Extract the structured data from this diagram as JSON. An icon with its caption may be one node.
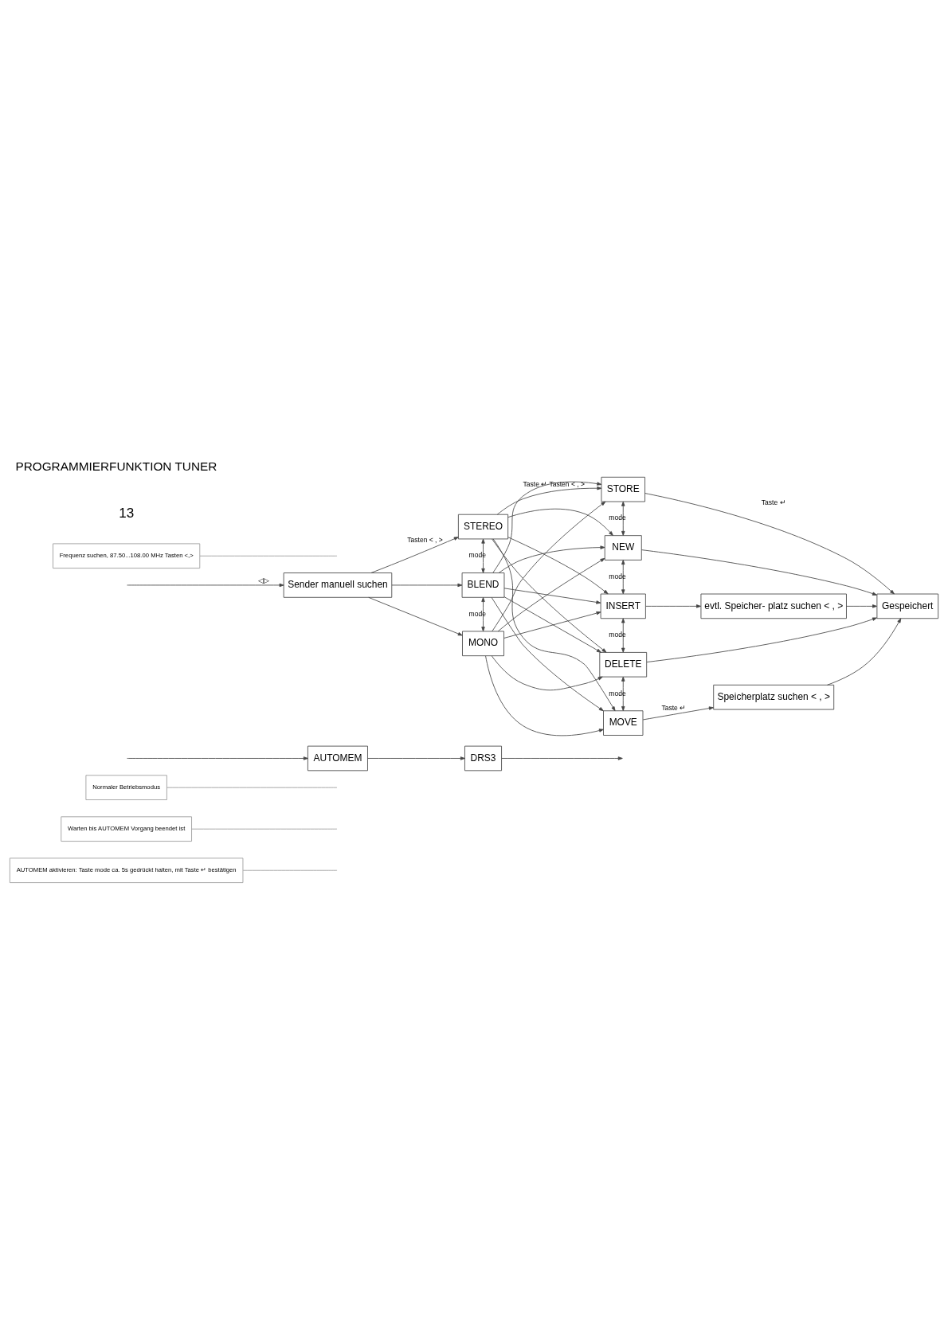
{
  "diagram": {
    "title": "PROGRAMMIERFUNKTION TUNER",
    "nodes": [
      {
        "text": [
          "AUTOMEM aktivieren: Taste mode ca. 5s gedrückt halten, mit Taste ↵ bestätigen"
        ]
      },
      {
        "text": [
          "Warten bis AUTOMEM Vorgang beendet ist"
        ]
      },
      {
        "text": [
          "Normaler Betriebsmodus"
        ]
      },
      {
        "text": [
          "AUTOMEM"
        ]
      },
      {
        "text": [
          "DRS3"
        ]
      },
      {
        "text": [
          "Sender manuell suchen"
        ]
      },
      {
        "text": [
          "STEREO"
        ]
      },
      {
        "text": [
          "BLEND"
        ]
      },
      {
        "text": [
          "MONO"
        ]
      },
      {
        "text": [
          "Frequenz suchen, 87.50...108.00 MHz Tasten <,>"
        ]
      },
      {
        "text": [
          "STORE"
        ]
      },
      {
        "text": [
          "NEW"
        ]
      },
      {
        "text": [
          "INSERT"
        ]
      },
      {
        "text": [
          "DELETE"
        ]
      },
      {
        "text": [
          "MOVE"
        ]
      },
      {
        "text": [
          "evtl. Speicher- platz suchen < , >"
        ]
      },
      {
        "text": [
          "Speicherplatz suchen < , >"
        ]
      },
      {
        "text": [
          "Gespeichert"
        ]
      }
    ],
    "edges": [
      {
        "from": null,
        "to": 3,
        "arrow": "to"
      },
      {
        "from": 3,
        "to": 4,
        "arrow": "to"
      },
      {
        "from": 4,
        "to": null,
        "arrow": "to"
      },
      {
        "from": 0,
        "to": null,
        "arrow": "none",
        "color": "#999999"
      },
      {
        "from": 1,
        "to": null,
        "arrow": "none",
        "color": "#999999"
      },
      {
        "from": 2,
        "to": null,
        "arrow": "none",
        "color": "#999999"
      },
      {
        "from": null,
        "to": 5,
        "arrow": "to",
        "label": "◁▷"
      },
      {
        "from": 5,
        "to": 6,
        "arrow": "to",
        "label": "Tasten < , >"
      },
      {
        "from": 5,
        "to": 7,
        "arrow": "to"
      },
      {
        "from": 5,
        "to": 8,
        "arrow": "to"
      },
      {
        "from": 9,
        "to": null,
        "arrow": "none",
        "color": "#999999"
      },
      {
        "from": 6,
        "to": 7,
        "arrow": "both",
        "label": "mode"
      },
      {
        "from": 7,
        "to": 8,
        "arrow": "both",
        "label": "mode"
      },
      {
        "from": 6,
        "to": 10,
        "arrow": "to",
        "label": "Taste ↵ Tasten < , >"
      },
      {
        "from": 6,
        "to": 11,
        "arrow": "to"
      },
      {
        "from": 6,
        "to": 12,
        "arrow": "to"
      },
      {
        "from": 6,
        "to": 13,
        "arrow": "to"
      },
      {
        "from": 6,
        "to": 14,
        "arrow": "to"
      },
      {
        "from": 7,
        "to": 10,
        "arrow": "to"
      },
      {
        "from": 7,
        "to": 11,
        "arrow": "to"
      },
      {
        "from": 7,
        "to": 12,
        "arrow": "to"
      },
      {
        "from": 7,
        "to": 13,
        "arrow": "to"
      },
      {
        "from": 7,
        "to": 14,
        "arrow": "to"
      },
      {
        "from": 8,
        "to": 10,
        "arrow": "to"
      },
      {
        "from": 8,
        "to": 11,
        "arrow": "to"
      },
      {
        "from": 8,
        "to": 12,
        "arrow": "to"
      },
      {
        "from": 8,
        "to": 13,
        "arrow": "to"
      },
      {
        "from": 8,
        "to": 14,
        "arrow": "to"
      },
      {
        "from": 10,
        "to": 11,
        "arrow": "both",
        "label": "mode"
      },
      {
        "from": 11,
        "to": 12,
        "arrow": "both",
        "label": "mode"
      },
      {
        "from": 12,
        "to": 13,
        "arrow": "both",
        "label": "mode"
      },
      {
        "from": 13,
        "to": 14,
        "arrow": "both",
        "label": "mode"
      },
      {
        "from": 12,
        "to": 15,
        "arrow": "to"
      },
      {
        "from": 14,
        "to": 16,
        "arrow": "to",
        "label": "Taste ↵"
      },
      {
        "from": 10,
        "to": 17,
        "arrow": "to",
        "label": "Taste ↵"
      },
      {
        "from": 11,
        "to": 17,
        "arrow": "to"
      },
      {
        "from": 15,
        "to": 17,
        "arrow": "to"
      },
      {
        "from": 13,
        "to": 17,
        "arrow": "to"
      },
      {
        "from": 16,
        "to": 17,
        "arrow": "to"
      }
    ],
    "labels": [
      "13"
    ]
  }
}
